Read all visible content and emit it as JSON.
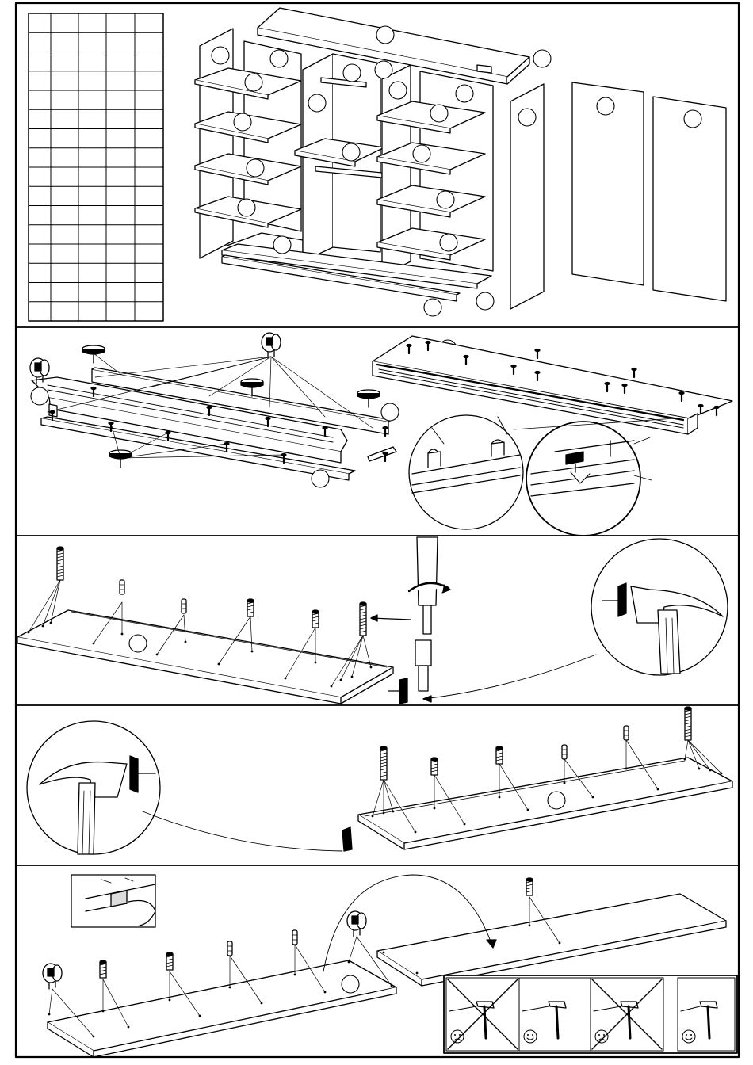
{
  "sheet": {
    "title": "",
    "parts_table": {
      "columns": 5,
      "rows": 16
    },
    "steps": 5
  },
  "callouts": {
    "exploded": [
      "",
      "",
      "",
      "",
      "",
      "",
      "",
      "",
      "",
      "",
      "",
      "",
      "",
      "",
      "",
      "",
      "",
      "",
      "",
      "",
      "",
      "",
      "",
      "",
      ""
    ],
    "step2": [
      "",
      "",
      "",
      ""
    ],
    "step3": [
      ""
    ],
    "step4": [
      ""
    ],
    "step5": [
      "",
      ""
    ]
  },
  "hardware": {
    "cam_lock": "cam-lock-icon",
    "dowel": "wooden-dowel-icon",
    "connector_bolt": "connector-bolt-icon",
    "screw": "screw-icon",
    "glide": "furniture-glide-icon",
    "hammer": "hammer-icon",
    "screwdriver": "screwdriver-icon"
  },
  "hint_panels": [
    {
      "id": "wrong-1",
      "verdict": "wrong"
    },
    {
      "id": "right-1",
      "verdict": "right"
    },
    {
      "id": "wrong-2",
      "verdict": "wrong"
    },
    {
      "id": "right-2",
      "verdict": "right"
    }
  ],
  "colors": {
    "line": "#000000",
    "paper": "#ffffff",
    "panel": "#f4f4f4"
  }
}
